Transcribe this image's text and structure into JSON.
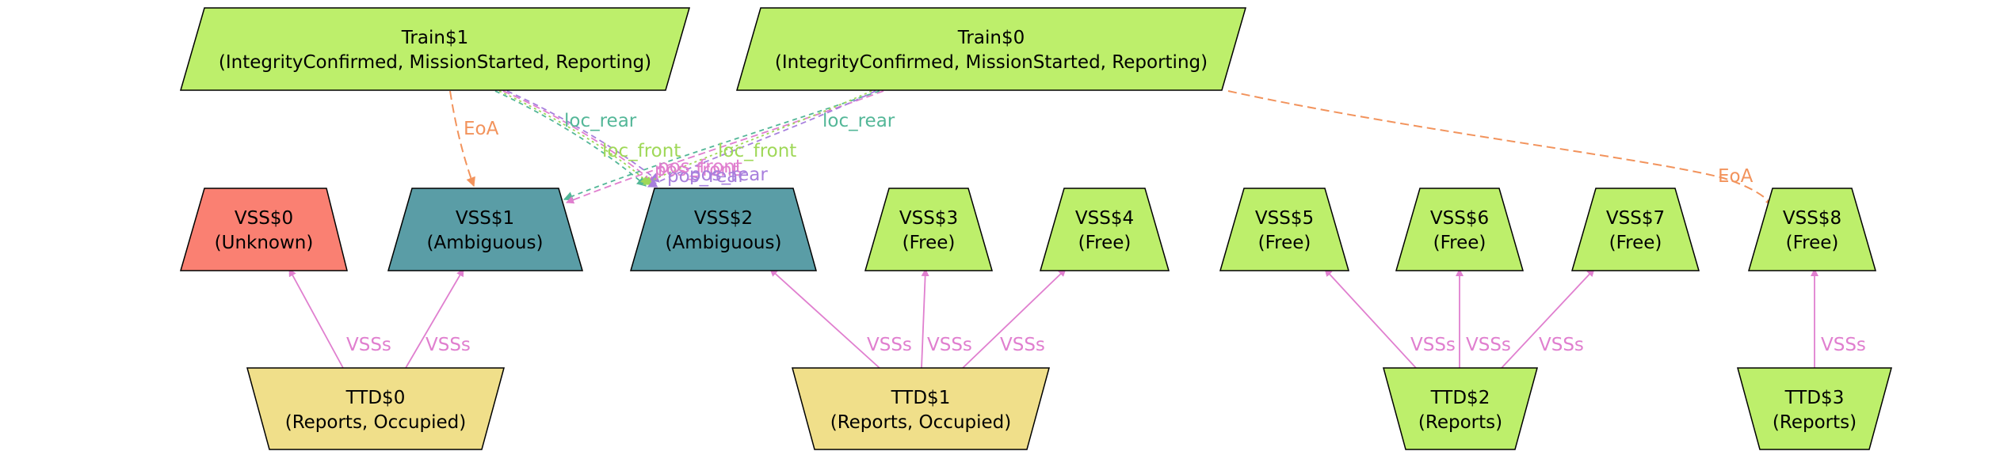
{
  "colors": {
    "green": "#bdef6b",
    "teal": "#5a9da6",
    "salmon": "#fa8072",
    "khaki": "#f0df8a",
    "edge_pink": "#e07fcf",
    "edge_orange": "#f2935c",
    "edge_teal": "#54b798",
    "edge_lime": "#9fd858",
    "edge_purple": "#a77fdd"
  },
  "trains": [
    {
      "id": "train1",
      "name": "Train$1",
      "state": "(IntegrityConfirmed, MissionStarted, Reporting)"
    },
    {
      "id": "train0",
      "name": "Train$0",
      "state": "(IntegrityConfirmed, MissionStarted, Reporting)"
    }
  ],
  "vss": [
    {
      "id": "vss0",
      "name": "VSS$0",
      "state": "(Unknown)",
      "color": "salmon"
    },
    {
      "id": "vss1",
      "name": "VSS$1",
      "state": "(Ambiguous)",
      "color": "teal"
    },
    {
      "id": "vss2",
      "name": "VSS$2",
      "state": "(Ambiguous)",
      "color": "teal"
    },
    {
      "id": "vss3",
      "name": "VSS$3",
      "state": "(Free)",
      "color": "green"
    },
    {
      "id": "vss4",
      "name": "VSS$4",
      "state": "(Free)",
      "color": "green"
    },
    {
      "id": "vss5",
      "name": "VSS$5",
      "state": "(Free)",
      "color": "green"
    },
    {
      "id": "vss6",
      "name": "VSS$6",
      "state": "(Free)",
      "color": "green"
    },
    {
      "id": "vss7",
      "name": "VSS$7",
      "state": "(Free)",
      "color": "green"
    },
    {
      "id": "vss8",
      "name": "VSS$8",
      "state": "(Free)",
      "color": "green"
    }
  ],
  "ttds": [
    {
      "id": "ttd0",
      "name": "TTD$0",
      "state": "(Reports, Occupied)",
      "color": "khaki"
    },
    {
      "id": "ttd1",
      "name": "TTD$1",
      "state": "(Reports, Occupied)",
      "color": "khaki"
    },
    {
      "id": "ttd2",
      "name": "TTD$2",
      "state": "(Reports)",
      "color": "green"
    },
    {
      "id": "ttd3",
      "name": "TTD$3",
      "state": "(Reports)",
      "color": "green"
    }
  ],
  "edge_labels": {
    "eoa": "EoA",
    "loc_rear": "loc_rear",
    "loc_front": "loc_front",
    "pos_front": "pos_front",
    "pos_rear": "pos_rear",
    "vsss": "VSSs"
  }
}
